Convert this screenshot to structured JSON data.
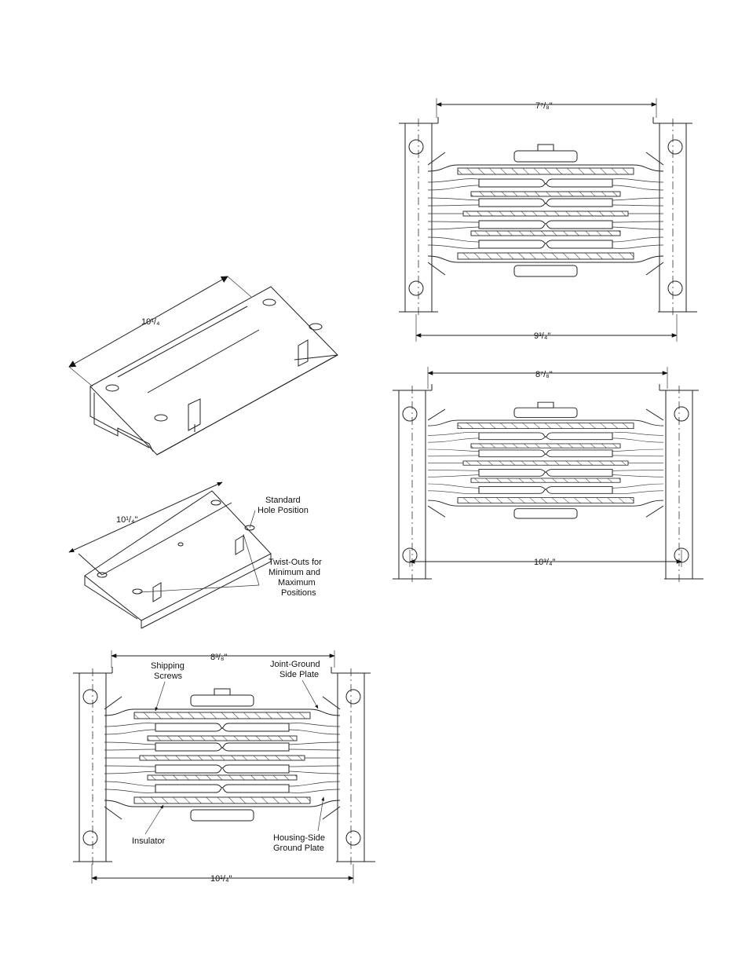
{
  "fig_a": {
    "dim_length": "10¹/₄"
  },
  "fig_b": {
    "dim_length": "10¹/₄\"",
    "label_standard_hole": [
      "Standard",
      "Hole Position"
    ],
    "label_twist_outs": [
      "Twist-Outs for",
      "Minimum and",
      "Maximum",
      "Positions"
    ]
  },
  "fig_c": {
    "dim_top": "8³/₈\"",
    "dim_bottom": "10¹/₄\"",
    "label_shipping_screws": [
      "Shipping",
      "Screws"
    ],
    "label_joint_ground": [
      "Joint-Ground",
      "Side Plate"
    ],
    "label_insulator": "Insulator",
    "label_housing_side": [
      "Housing-Side",
      "Ground Plate"
    ]
  },
  "fig_d": {
    "dim_top": "7⁷/₈\"",
    "dim_bottom": "9³/₄\""
  },
  "fig_e": {
    "dim_top": "8⁷/₈\"",
    "dim_bottom": "10³/₄\""
  }
}
